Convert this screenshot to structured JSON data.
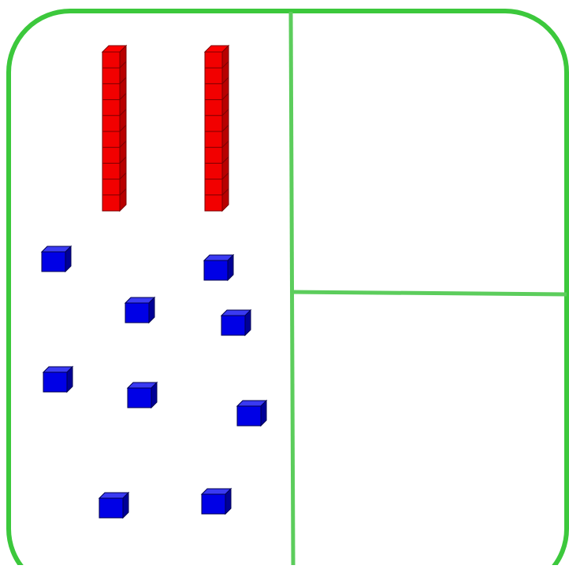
{
  "colors": {
    "frame": "#3cc83c",
    "divider": "#5ccd5c",
    "ten_rod_fill": "#ff0000",
    "ten_rod_front": "#f20000",
    "ten_rod_side": "#b80000",
    "ten_rod_edge": "#7a0000",
    "unit_cube_top": "#3a3af2",
    "unit_cube_front": "#0000e6",
    "unit_cube_side": "#000096",
    "unit_cube_edge": "#000050"
  },
  "mat": {
    "sections": [
      "tens-and-ones",
      "upper-right",
      "lower-right"
    ]
  },
  "blocks": {
    "ten_rods": {
      "count": 2,
      "units_per_rod": 10,
      "icon": "ten-rod-icon"
    },
    "unit_cubes": {
      "count": 9,
      "icon": "unit-cube-icon"
    }
  }
}
